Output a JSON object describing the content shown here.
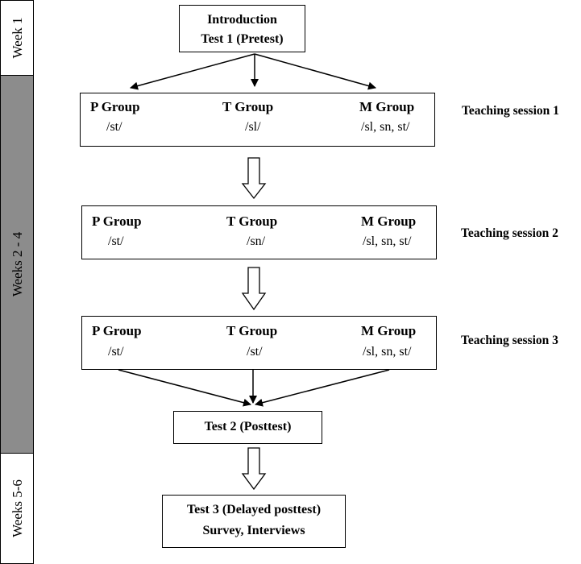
{
  "timeline": {
    "week1": "Week 1",
    "weeks2to4": "Weeks 2 - 4",
    "weeks5to6": "Weeks 5-6"
  },
  "intro": {
    "line1": "Introduction",
    "line2": "Test 1 (Pretest)"
  },
  "sessions": [
    {
      "label": "Teaching session 1",
      "groups": [
        {
          "name": "P Group",
          "sounds": "/st/"
        },
        {
          "name": "T Group",
          "sounds": "/sl/"
        },
        {
          "name": "M Group",
          "sounds": "/sl, sn, st/"
        }
      ]
    },
    {
      "label": "Teaching session 2",
      "groups": [
        {
          "name": "P Group",
          "sounds": "/st/"
        },
        {
          "name": "T Group",
          "sounds": "/sn/"
        },
        {
          "name": "M Group",
          "sounds": "/sl, sn, st/"
        }
      ]
    },
    {
      "label": "Teaching session 3",
      "groups": [
        {
          "name": "P Group",
          "sounds": "/st/"
        },
        {
          "name": "T Group",
          "sounds": "/st/"
        },
        {
          "name": "M Group",
          "sounds": "/sl, sn, st/"
        }
      ]
    }
  ],
  "test2": "Test 2 (Posttest)",
  "test3": {
    "line1": "Test 3 (Delayed posttest)",
    "line2": "Survey, Interviews"
  },
  "colors": {
    "sidebar_shaded": "#8c8c8c",
    "line": "#000000",
    "background": "#ffffff"
  }
}
